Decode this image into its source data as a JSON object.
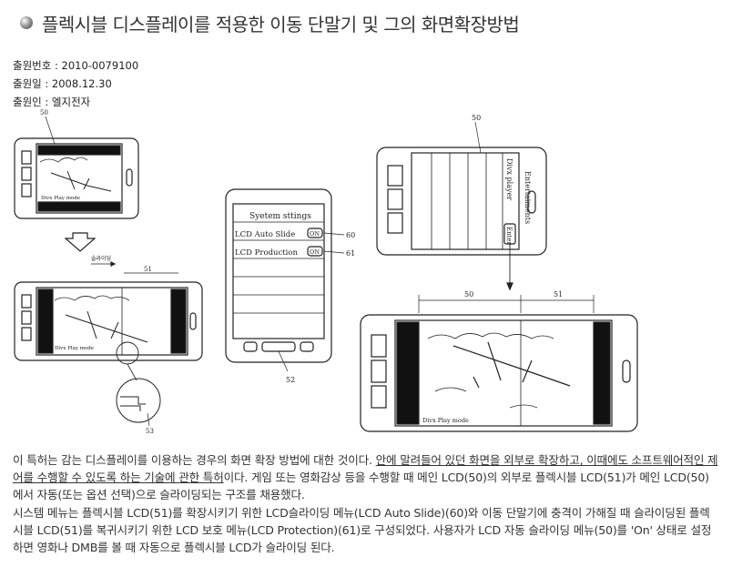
{
  "header": {
    "title": "플렉시블 디스플레이를 적용한 이동 단말기 및 그의 화면확장방법"
  },
  "meta": {
    "application_number": "출원번호 : 2010-0079100",
    "application_date": "출원일 : 2008.12.30",
    "applicant": "출원인 : 엘지전자"
  },
  "figure": {
    "left_device": {
      "ref_top": "50",
      "caption": "Divx Play mode",
      "slide_label": "슬라이딩",
      "ref_width": "51",
      "ref_hinge": "53"
    },
    "middle_device": {
      "menu_title": "Syetem sttings",
      "items": [
        {
          "label": "LCD Auto Slide",
          "state": "ON",
          "ref": "60"
        },
        {
          "label": "LCD Production",
          "state": "ON",
          "ref": "61"
        }
      ],
      "ref_bottom": "52"
    },
    "right_device": {
      "ref_top": "50",
      "vertical_labels": [
        "Entertaiments",
        "Divx player"
      ],
      "enter_label": "Enter",
      "ref_left": "50",
      "ref_right": "51",
      "caption": "Divx Play mode"
    }
  },
  "description": {
    "p1_a": "이 특허는 감는 디스플레이를 이용하는 경우의 화면 확장 방법에 대한 것이다. ",
    "p1_u": "안에 말려들어 있던 화면을 외부로 확장하고, 이때에도 소프트웨어적인 제어를 수행할 수 있도록 하는 기술에 관한 특허",
    "p1_b": "이다. 게임 또는 영화감상 등을 수행할 때 메인 LCD(50)의 외부로 플렉시블 LCD(51)가 메인 LCD(50)에서 자동(또는 옵션 선택)으로 슬라이딩되는 구조를 채용했다.",
    "p2": "시스템 메뉴는 플렉시블 LCD(51)를 확장시키기 위한 LCD슬라이딩 메뉴(LCD Auto Slide)(60)와 이동 단말기에 충격이 가해질 때 슬라이딩된 플렉시블 LCD(51)를 복귀시키기 위한 LCD 보호 메뉴(LCD Protection)(61)로 구성되었다. 사용자가 LCD 자동 슬라이딩 메뉴(50)를 'On' 상태로 설정하면 영화나 DMB를 볼 때 자동으로 플렉시블 LCD가 슬라이딩 된다."
  }
}
